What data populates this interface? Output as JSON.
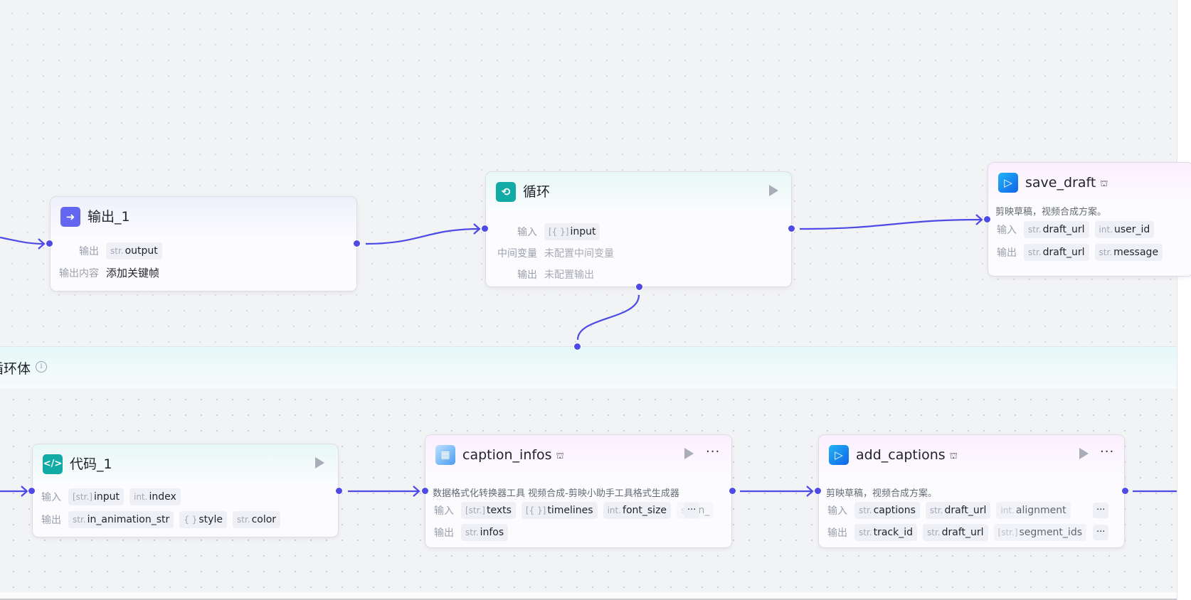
{
  "loop_body": {
    "title": "循环体",
    "info_icon": "info-icon"
  },
  "colors": {
    "edge": "#4e4ae6",
    "output_icon": "#6366f1",
    "loop_icon": "#11aaa5",
    "plugin_icon": "#1677ff"
  },
  "nodes": {
    "output_1": {
      "title": "输出_1",
      "icon": "output-arrow-icon",
      "output_label": "输出",
      "output_tag": {
        "type": "str.",
        "name": "output"
      },
      "content_label": "输出内容",
      "content_value": "添加关键帧"
    },
    "loop": {
      "title": "循环",
      "icon": "loop-icon",
      "input_label": "输入",
      "input_tag": {
        "type": "[{ }]",
        "name": "input"
      },
      "var_label": "中间变量",
      "var_value": "未配置中间变量",
      "output_label": "输出",
      "output_value": "未配置输出"
    },
    "save_draft": {
      "title": "save_draft",
      "icon": "jianying-icon",
      "badge": "plugin-icon",
      "description": "剪映草稿，视频合成方案。",
      "input_label": "输入",
      "inputs": [
        {
          "type": "str.",
          "name": "draft_url"
        },
        {
          "type": "int.",
          "name": "user_id"
        }
      ],
      "output_label": "输出",
      "outputs": [
        {
          "type": "str.",
          "name": "draft_url"
        },
        {
          "type": "str.",
          "name": "message"
        }
      ]
    },
    "code_1": {
      "title": "代码_1",
      "icon": "code-icon",
      "input_label": "输入",
      "inputs": [
        {
          "type": "[str.]",
          "name": "input"
        },
        {
          "type": "int.",
          "name": "index"
        }
      ],
      "output_label": "输出",
      "outputs": [
        {
          "type": "str.",
          "name": "in_animation_str"
        },
        {
          "type": "{ }",
          "name": "style"
        },
        {
          "type": "str.",
          "name": "color"
        }
      ]
    },
    "caption_infos": {
      "title": "caption_infos",
      "icon": "data-tool-icon",
      "description": "数据格式化转换器工具 视频合成-剪映小助手工具格式生成器",
      "input_label": "输入",
      "inputs": [
        {
          "type": "[str.]",
          "name": "texts"
        },
        {
          "type": "[{ }]",
          "name": "timelines"
        },
        {
          "type": "int.",
          "name": "font_size"
        },
        {
          "type": "str.",
          "name": "in_"
        }
      ],
      "output_label": "输出",
      "outputs": [
        {
          "type": "str.",
          "name": "infos"
        }
      ],
      "more": "···"
    },
    "add_captions": {
      "title": "add_captions",
      "icon": "jianying-icon",
      "description": "剪映草稿，视频合成方案。",
      "input_label": "输入",
      "inputs": [
        {
          "type": "str.",
          "name": "captions"
        },
        {
          "type": "str.",
          "name": "draft_url"
        },
        {
          "type": "int.",
          "name": "alignment"
        }
      ],
      "output_label": "输出",
      "outputs": [
        {
          "type": "str.",
          "name": "track_id"
        },
        {
          "type": "str.",
          "name": "draft_url"
        },
        {
          "type": "[str.]",
          "name": "segment_ids"
        }
      ],
      "more": "···"
    }
  }
}
